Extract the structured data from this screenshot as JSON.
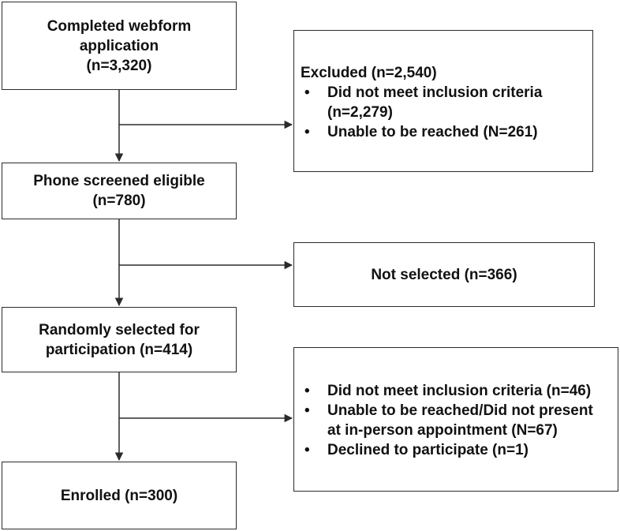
{
  "boxes": {
    "webform": {
      "lines": [
        "Completed webform",
        "application",
        "(n=3,320)"
      ]
    },
    "excluded": {
      "heading": "Excluded (n=2,540)",
      "items": [
        {
          "lines": [
            "Did not meet inclusion criteria",
            "(n=2,279)"
          ]
        },
        {
          "lines": [
            "Unable to be reached (N=261)"
          ]
        }
      ]
    },
    "phone_screened": {
      "lines": [
        "Phone screened eligible",
        "(n=780)"
      ]
    },
    "not_selected": {
      "lines": [
        "Not selected (n=366)"
      ]
    },
    "randomly_selected": {
      "lines": [
        "Randomly selected for",
        "participation (n=414)"
      ]
    },
    "post_selection_exclusions": {
      "items": [
        {
          "lines": [
            "Did not meet inclusion criteria (n=46)"
          ]
        },
        {
          "lines": [
            "Unable to be reached/Did not present",
            "at in-person appointment (N=67)"
          ]
        },
        {
          "lines": [
            "Declined to participate (n=1)"
          ]
        }
      ]
    },
    "enrolled": {
      "lines": [
        "Enrolled (n=300)"
      ]
    }
  },
  "bullet_glyph": "•",
  "colors": {
    "border": "#2b2b2b",
    "text": "#111111",
    "background": "#ffffff"
  }
}
